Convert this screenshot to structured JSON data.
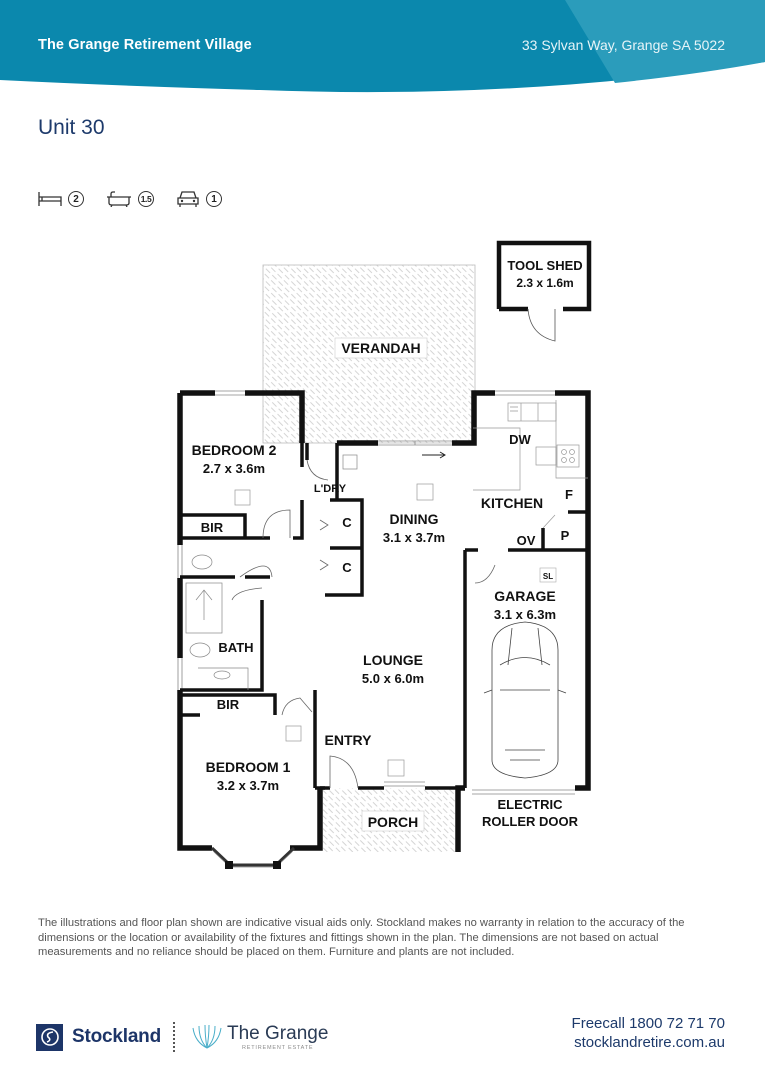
{
  "header": {
    "village_name": "The Grange Retirement Village",
    "address": "33 Sylvan Way, Grange SA 5022",
    "colors": {
      "primary": "#0b88ad",
      "secondary": "#2b9cbb"
    }
  },
  "unit": {
    "title": "Unit 30",
    "features": [
      {
        "icon": "bed-icon",
        "label": "bedrooms",
        "value": "2"
      },
      {
        "icon": "bath-icon",
        "label": "bathrooms",
        "value": "1.5"
      },
      {
        "icon": "car-icon",
        "label": "car spaces",
        "value": "1"
      }
    ]
  },
  "floor_plan": {
    "rooms": {
      "tool_shed": {
        "name": "TOOL SHED",
        "size": "2.3 x 1.6m"
      },
      "verandah": {
        "name": "VERANDAH"
      },
      "bedroom2": {
        "name": "BEDROOM 2",
        "size": "2.7 x 3.6m"
      },
      "bir_top": {
        "name": "BIR"
      },
      "laundry": {
        "name": "L'DRY"
      },
      "cupboard1": {
        "name": "C"
      },
      "cupboard2": {
        "name": "C"
      },
      "dining": {
        "name": "DINING",
        "size": "3.1 x 3.7m"
      },
      "kitchen": {
        "name": "KITCHEN"
      },
      "dishwasher": {
        "name": "DW"
      },
      "fridge": {
        "name": "F"
      },
      "oven": {
        "name": "OV"
      },
      "pantry": {
        "name": "P"
      },
      "bath": {
        "name": "BATH"
      },
      "lounge": {
        "name": "LOUNGE",
        "size": "5.0 x 6.0m"
      },
      "garage": {
        "name": "GARAGE",
        "size": "3.1 x 6.3m"
      },
      "skylight": {
        "name": "SL"
      },
      "bir_bottom": {
        "name": "BIR"
      },
      "entry": {
        "name": "ENTRY"
      },
      "bedroom1": {
        "name": "BEDROOM 1",
        "size": "3.2 x 3.7m"
      },
      "porch": {
        "name": "PORCH"
      },
      "roller_door": {
        "line1": "ELECTRIC",
        "line2": "ROLLER DOOR"
      }
    }
  },
  "disclaimer": "The illustrations and floor plan shown are indicative visual aids only. Stockland makes no warranty in relation to the accuracy of the dimensions or the location or availability of the fixtures and fittings shown in the plan. The dimensions are not based on actual measurements and no reliance should be placed on them. Furniture and plants are not included.",
  "footer": {
    "brand": "Stockland",
    "estate_name": "The Grange",
    "estate_sub": "RETIREMENT ESTATE",
    "phone": "Freecall 1800 72 71 70",
    "website": "stocklandretire.com.au"
  }
}
